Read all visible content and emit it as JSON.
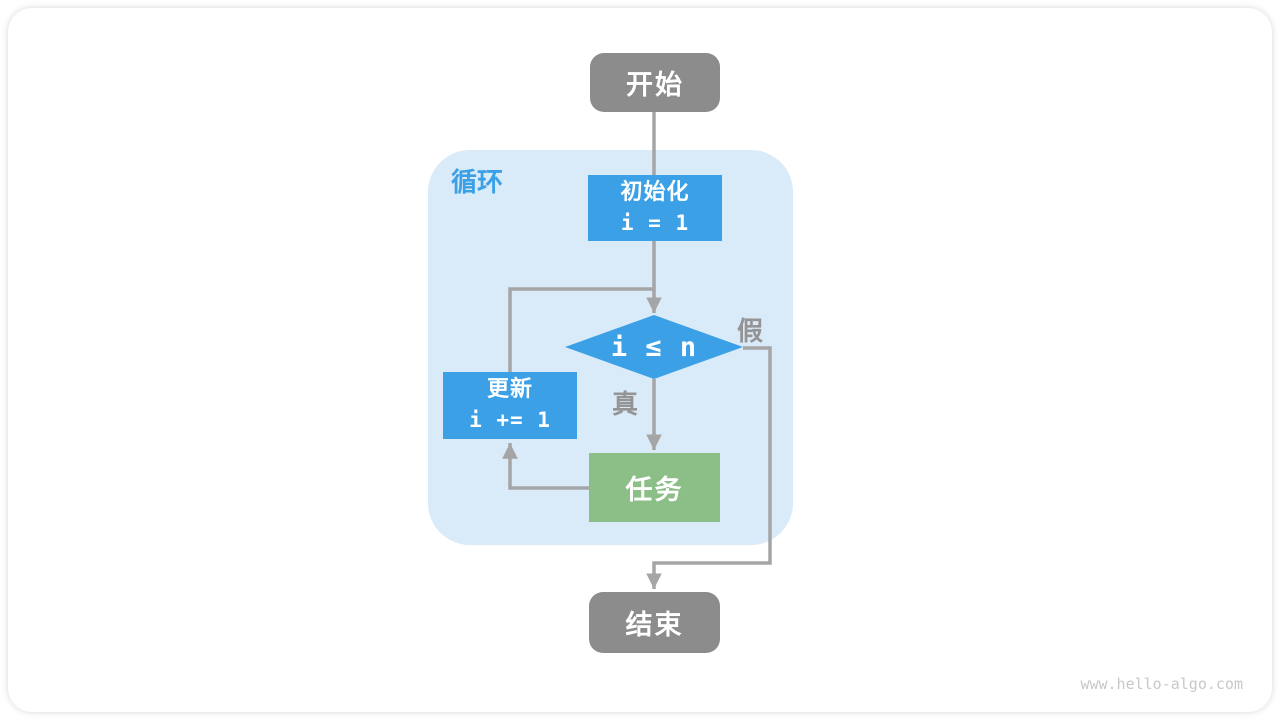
{
  "colors": {
    "accent-blue": "#3BA0E6",
    "loop-bg": "#D9EAF8",
    "task-green": "#8CBE87",
    "node-gray": "#8C8C8C",
    "arrow-gray": "#A5A5A5",
    "edge-label-gray": "#949494",
    "watermark-gray": "#C8C8C8"
  },
  "flowchart": {
    "loop_label": "循环",
    "nodes": {
      "start": {
        "label": "开始"
      },
      "init": {
        "title": "初始化",
        "code": "i = 1"
      },
      "condition": {
        "code": "i ≤ n"
      },
      "update": {
        "title": "更新",
        "code": "i += 1"
      },
      "task": {
        "label": "任务"
      },
      "end": {
        "label": "结束"
      }
    },
    "edge_labels": {
      "true": "真",
      "false": "假"
    }
  },
  "watermark": "www.hello-algo.com"
}
